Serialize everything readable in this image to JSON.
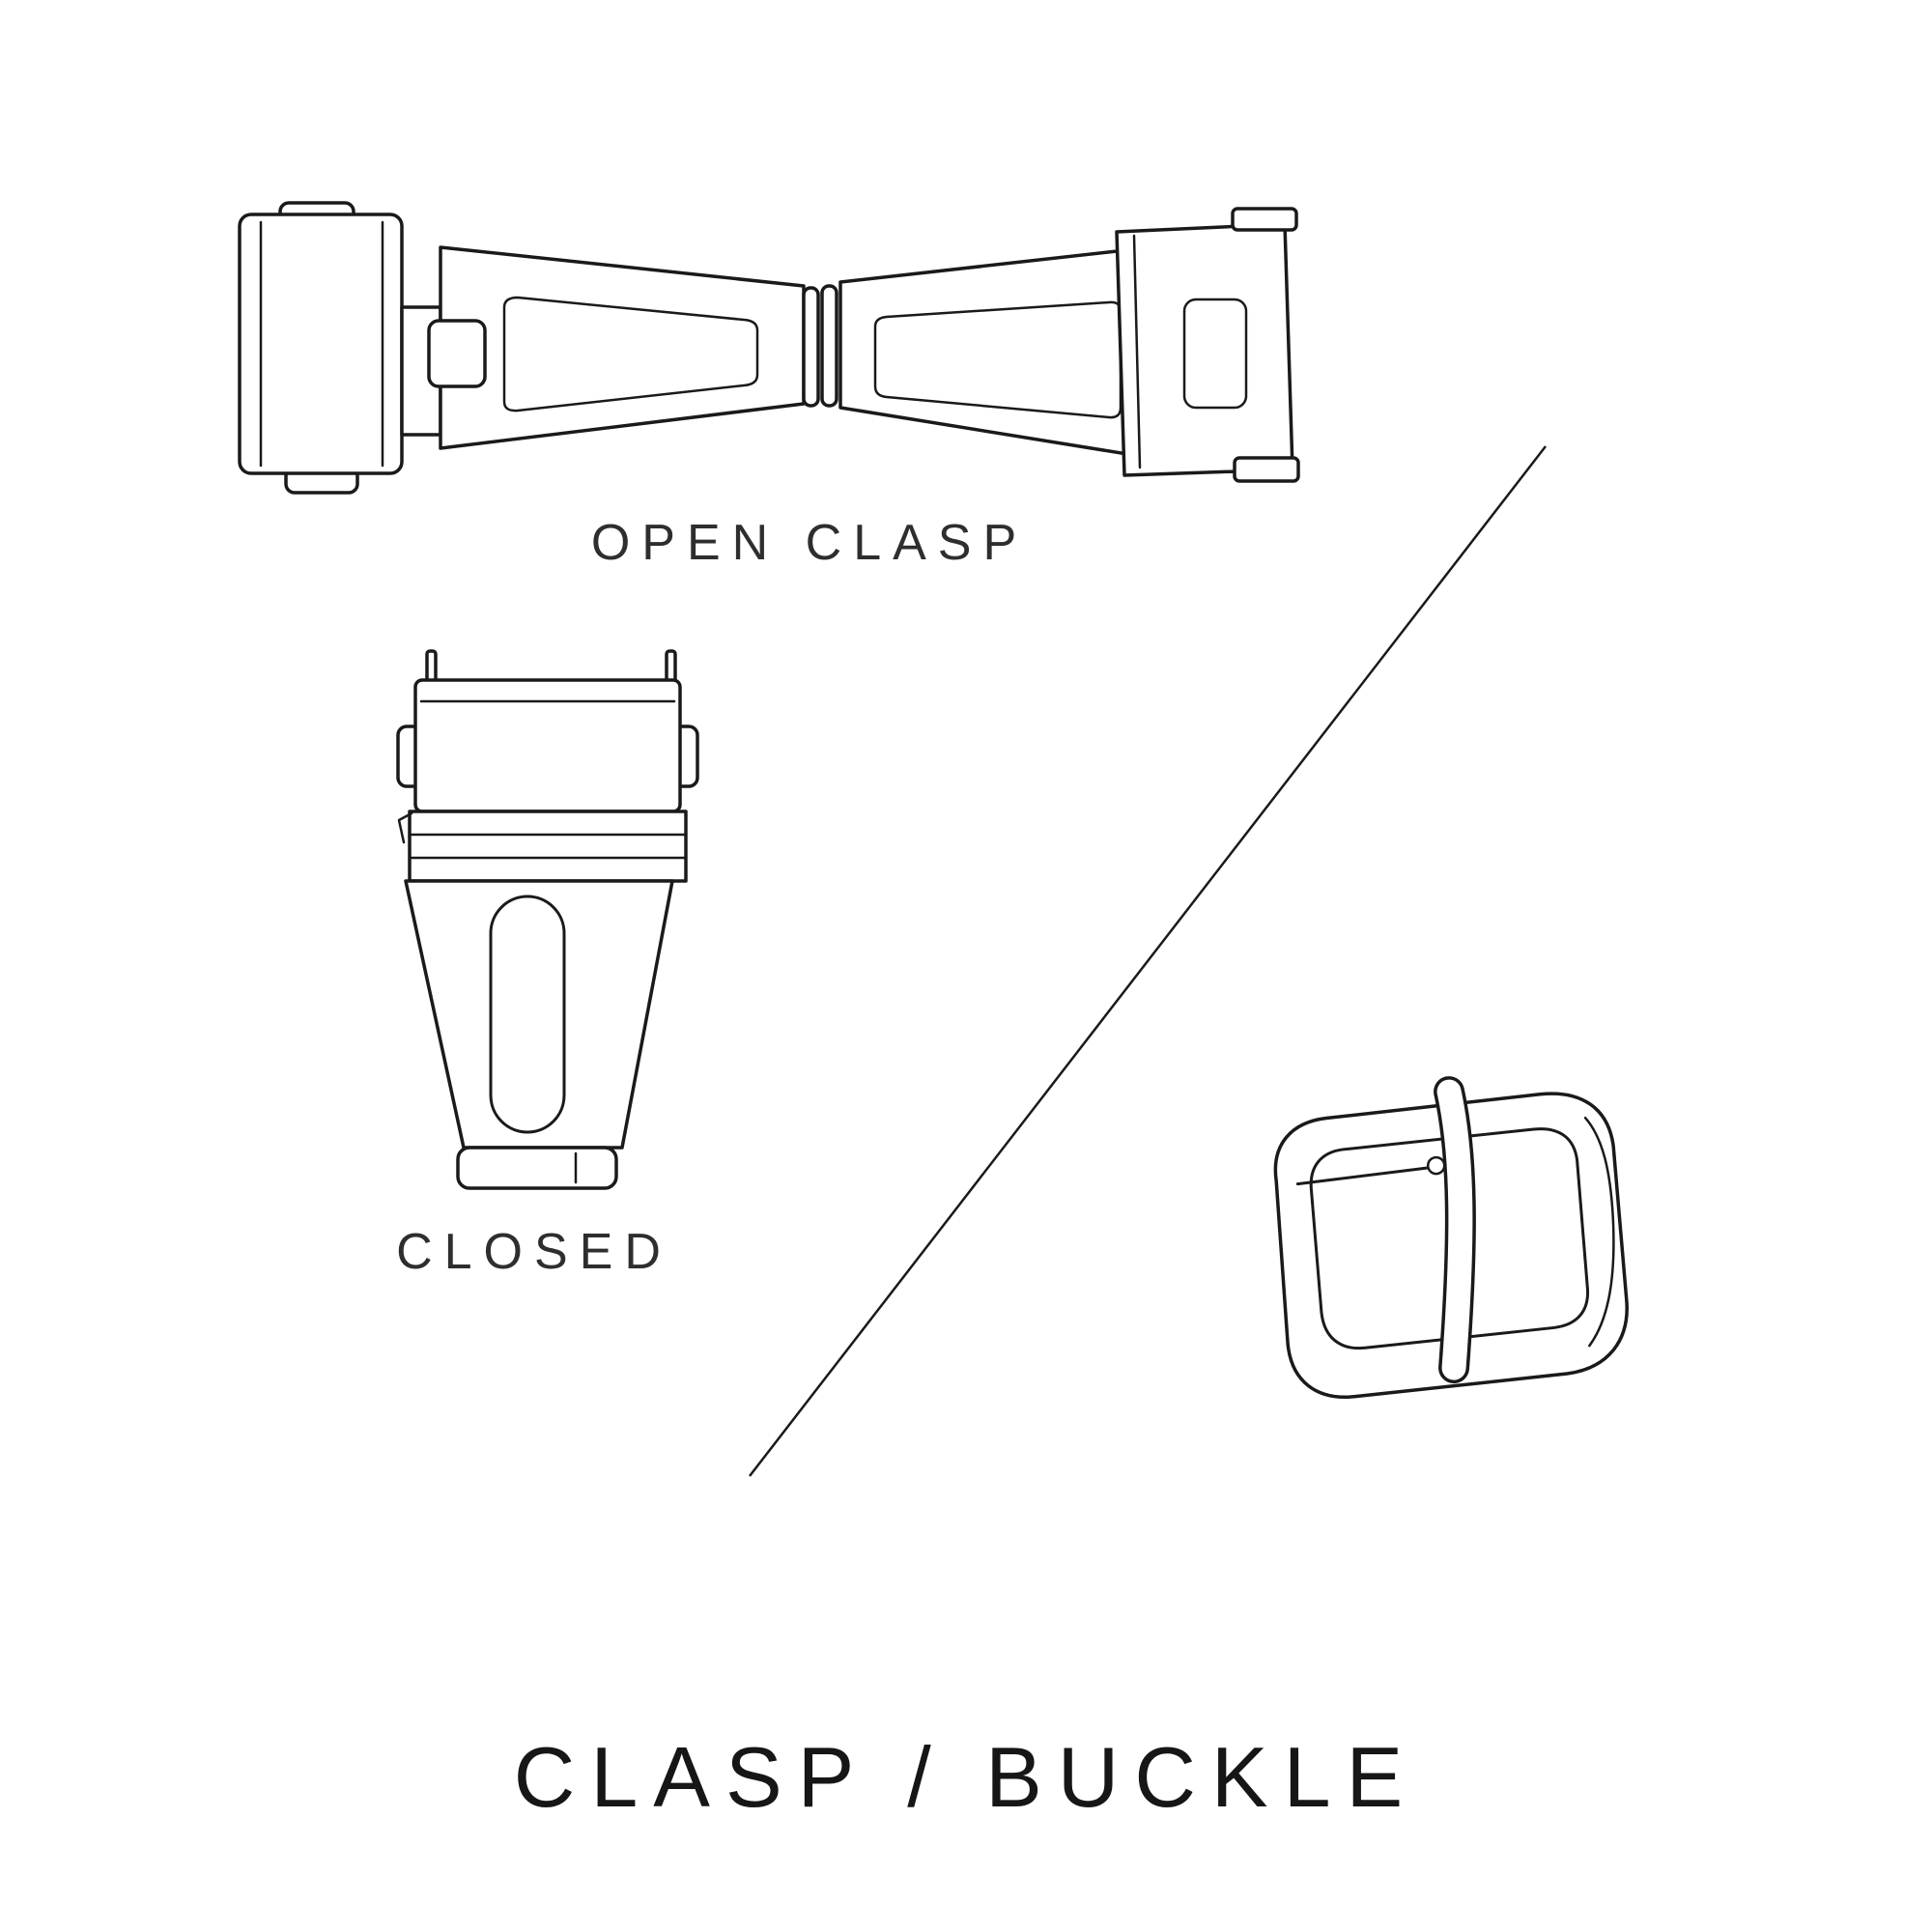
{
  "diagram": {
    "title": "CLASP / BUCKLE",
    "sections": {
      "open_clasp_label": "OPEN CLASP",
      "closed_label": "CLOSED"
    }
  },
  "colors": {
    "bg": "#ffffff",
    "line": "#1a1a1a",
    "text": "#2e2e2e",
    "title": "#161616"
  }
}
